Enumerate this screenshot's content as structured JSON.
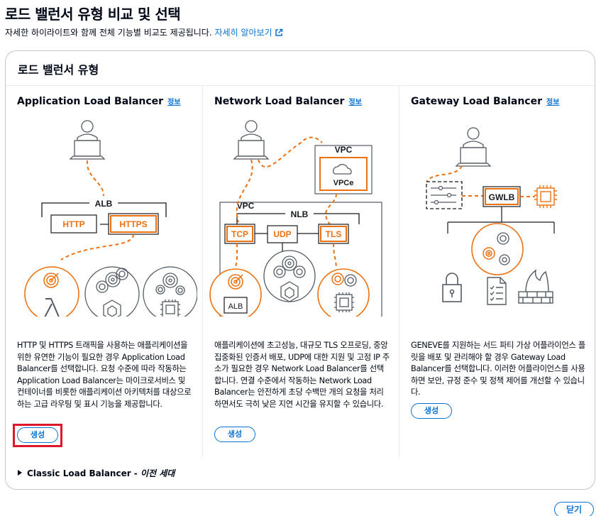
{
  "page": {
    "title": "로드 밸런서 유형 비교 및 선택",
    "description": "자세한 하이라이트와 함께 전체 기능별 비교도 제공됩니다.",
    "learn_more": "자세히 알아보기"
  },
  "section": {
    "title": "로드 밸런서 유형"
  },
  "cards": [
    {
      "title": "Application Load Balancer",
      "info": "정보",
      "diagram_labels": {
        "group": "ALB",
        "left": "HTTP",
        "right": "HTTPS"
      },
      "description": "HTTP 및 HTTPS 트래픽을 사용하는 애플리케이션을 위한 유연한 기능이 필요한 경우 Application Load Balancer를 선택합니다. 요청 수준에 따라 작동하는 Application Load Balancer는 마이크로서비스 및 컨테이너를 비롯한 애플리케이션 아키텍처를 대상으로 하는 고급 라우팅 및 표시 기능을 제공합니다.",
      "create_label": "생성"
    },
    {
      "title": "Network Load Balancer",
      "info": "정보",
      "diagram_labels": {
        "vpc_top": "VPC",
        "vpce": "VPCe",
        "vpc": "VPC",
        "nlb": "NLB",
        "tcp": "TCP",
        "udp": "UDP",
        "tls": "TLS",
        "alb": "ALB"
      },
      "description": "애플리케이션에 초고성능, 대규모 TLS 오프로딩, 중앙 집중화된 인증서 배포, UDP에 대한 지원 및 고정 IP 주소가 필요한 경우 Network Load Balancer를 선택합니다. 연결 수준에서 작동하는 Network Load Balancer는 안전하게 초당 수백만 개의 요청을 처리하면서도 극히 낮은 지연 시간을 유지할 수 있습니다.",
      "create_label": "생성"
    },
    {
      "title": "Gateway Load Balancer",
      "info": "정보",
      "diagram_labels": {
        "gwlb": "GWLB"
      },
      "description": "GENEVE를 지원하는 서드 파티 가상 어플라이언스 플릿을 배포 및 관리해야 할 경우 Gateway Load Balancer를 선택합니다. 이러한 어플라이언스를 사용하면 보안, 규정 준수 및 정책 제어를 개선할 수 있습니다.",
      "create_label": "생성"
    }
  ],
  "classic": {
    "label": "Classic Load Balancer - ",
    "generation": "이전 세대"
  },
  "footer": {
    "close_label": "닫기"
  },
  "colors": {
    "accent_orange": "#ec7211",
    "link_blue": "#0972d3",
    "icon_gray": "#545b64",
    "highlight_red": "#e0162b"
  }
}
